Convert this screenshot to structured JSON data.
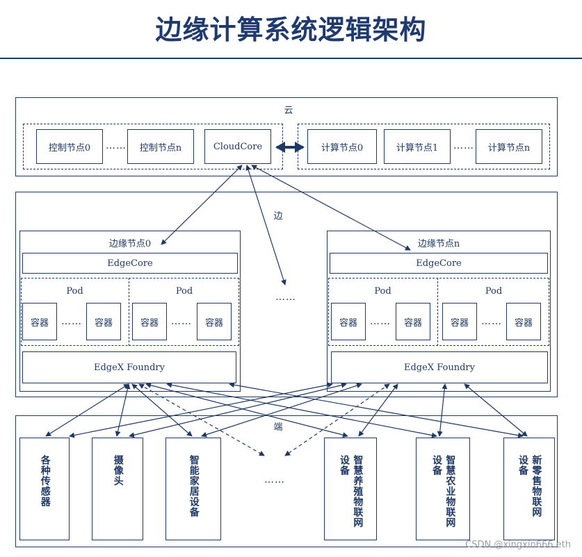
{
  "title": "边缘计算系统逻辑架构",
  "cloud": {
    "label": "云",
    "control_nodes": [
      "控制节点0",
      "控制节点n"
    ],
    "cloudcore": "CloudCore",
    "compute_nodes": [
      "计算节点0",
      "计算节点1",
      "计算节点n"
    ],
    "dots": "……"
  },
  "edge": {
    "label": "边",
    "middle_dots": "……",
    "nodes": [
      {
        "title": "边缘节点0",
        "edgecore": "EdgeCore",
        "pod_label": "Pod",
        "container": "容器",
        "dots": "……",
        "edgex": "EdgeX Foundry"
      },
      {
        "title": "边缘节点n",
        "edgecore": "EdgeCore",
        "pod_label": "Pod",
        "container": "容器",
        "dots": "……",
        "edgex": "EdgeX Foundry"
      }
    ]
  },
  "end": {
    "label": "端",
    "dots": "……",
    "devices": [
      {
        "col1": "各种传感器",
        "col2": ""
      },
      {
        "col1": "摄像头",
        "col2": ""
      },
      {
        "col1": "智能家居设备",
        "col2": ""
      },
      {
        "col1": "智慧养殖物联网",
        "col2": "设备"
      },
      {
        "col1": "智慧农业物联网",
        "col2": "设备"
      },
      {
        "col1": "新零售物联网",
        "col2": "设备"
      }
    ]
  },
  "watermark": "CSDN @xingxin666.eth"
}
